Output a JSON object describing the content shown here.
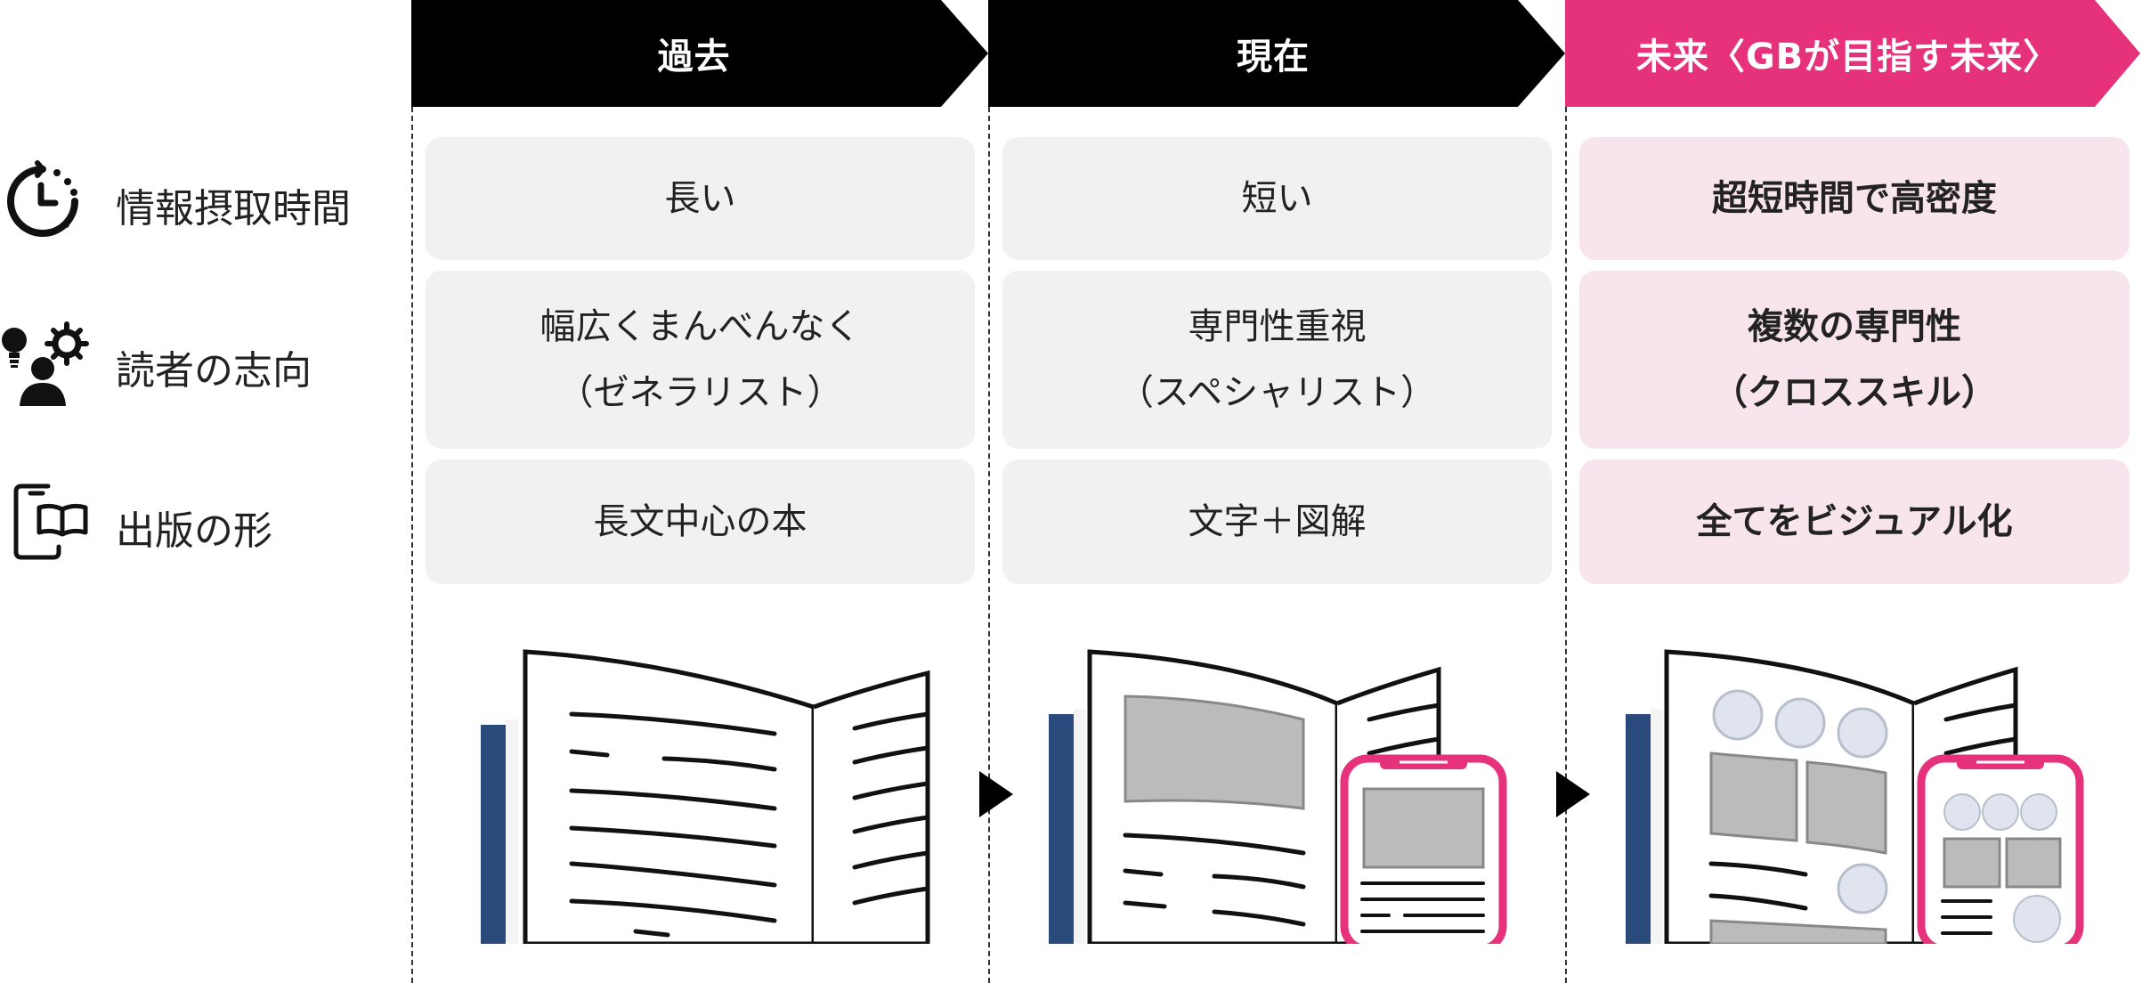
{
  "columns": [
    {
      "title": "過去",
      "header_color": "#000000"
    },
    {
      "title": "現在",
      "header_color": "#000000"
    },
    {
      "title": "未来〈GBが目指す未来〉",
      "header_color": "#e5327a"
    }
  ],
  "rows": [
    {
      "label": "情報摂取時間",
      "icon": "clock-icon"
    },
    {
      "label": "読者の志向",
      "icon": "lightbulb-person-gear-icon"
    },
    {
      "label": "出版の形",
      "icon": "phone-book-icon"
    }
  ],
  "cells": {
    "past": {
      "time": [
        "長い"
      ],
      "orientation": [
        "幅広くまんべんなく",
        "（ゼネラリスト）"
      ],
      "format": [
        "長文中心の本"
      ]
    },
    "present": {
      "time": [
        "短い"
      ],
      "orientation": [
        "専門性重視",
        "（スペシャリスト）"
      ],
      "format": [
        "文字＋図解"
      ]
    },
    "future": {
      "time": [
        "超短時間で高密度"
      ],
      "orientation": [
        "複数の専門性",
        "（クロススキル）"
      ],
      "format": [
        "全てをビジュアル化"
      ]
    }
  },
  "colors": {
    "accent_pink": "#e5327a",
    "past_cell_bg": "#f1f1f1",
    "future_cell_bg": "#f8e4ec",
    "book_spine_blue": "#2b4a7c"
  }
}
